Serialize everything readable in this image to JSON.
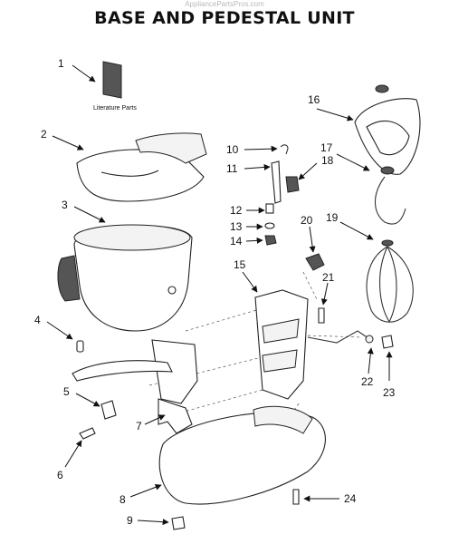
{
  "watermark": "AppliancePartsPros.com",
  "title": "BASE AND PEDESTAL UNIT",
  "literature_label": "Literature Parts",
  "callouts": {
    "c1": "1",
    "c2": "2",
    "c3": "3",
    "c4": "4",
    "c5": "5",
    "c6": "6",
    "c7": "7",
    "c8": "8",
    "c9": "9",
    "c10": "10",
    "c11": "11",
    "c12": "12",
    "c13": "13",
    "c14": "14",
    "c15": "15",
    "c16": "16",
    "c17": "17",
    "c18": "18",
    "c19": "19",
    "c20": "20",
    "c21": "21",
    "c22": "22",
    "c23": "23",
    "c24": "24"
  }
}
